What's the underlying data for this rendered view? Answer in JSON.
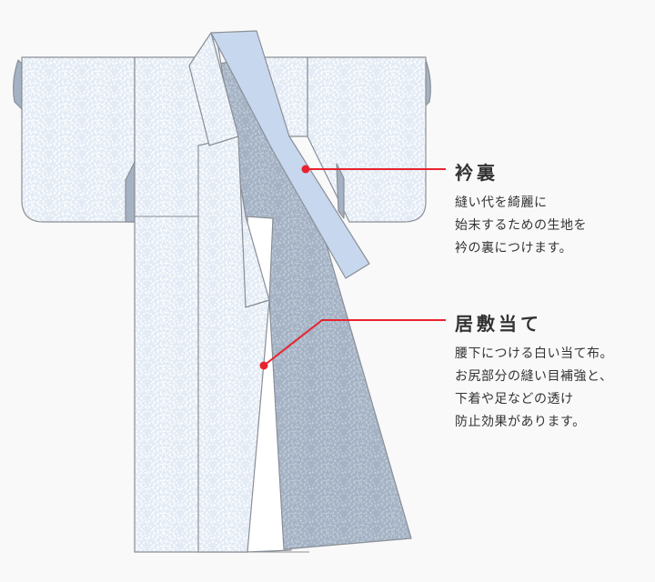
{
  "callouts": {
    "eri_ura": {
      "title": "衿裏",
      "lines": [
        "縫い代を綺麗に",
        "始末するための生地を",
        "衿の裏につけます。"
      ]
    },
    "isu_ate": {
      "title": "居敷当て",
      "lines": [
        "腰下につける白い当て布。",
        "お尻部分の縫い目補強と、",
        "下着や足などの透け",
        "防止効果があります。"
      ]
    }
  },
  "colors": {
    "background": "#f9f9f9",
    "fabric": "#e3ebf5",
    "fabric_dots": "#ffffff",
    "lining_shadow": "#a4b2c4",
    "collar_lining": "#c7d7ee",
    "white_cloth": "#ffffff",
    "outline": "#8a8f96",
    "leader_line": "#e8232e"
  }
}
